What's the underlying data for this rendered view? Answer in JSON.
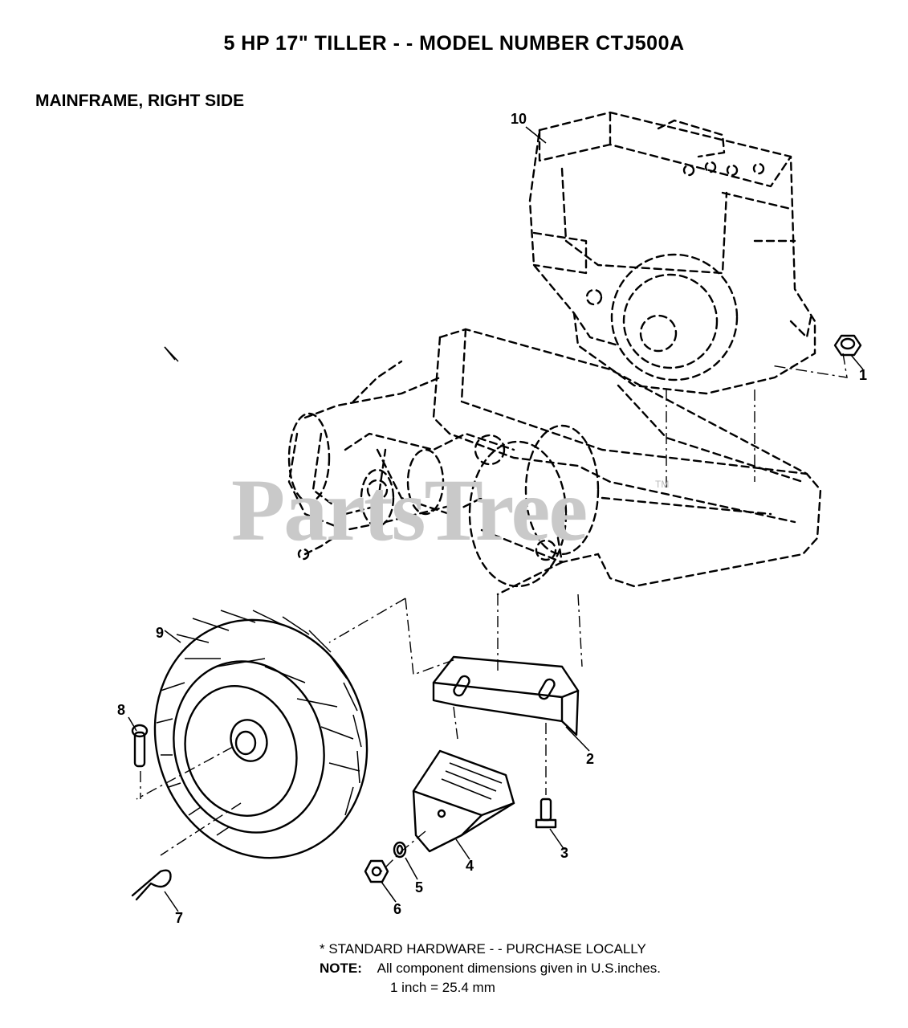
{
  "title": "5 HP 17\" TILLER - - MODEL NUMBER CTJ500A",
  "section": "MAINFRAME, RIGHT SIDE",
  "watermark": "PartsTree",
  "watermark_tm": "TM",
  "callouts": [
    "1",
    "2",
    "3",
    "4",
    "5",
    "6",
    "7",
    "8",
    "9",
    "10"
  ],
  "notes": {
    "standard_hardware": "* STANDARD HARDWARE - - PURCHASE LOCALLY",
    "note_label": "NOTE:",
    "note_text": "All component dimensions given in U.S.inches.",
    "conversion": "1 inch = 25.4 mm"
  }
}
